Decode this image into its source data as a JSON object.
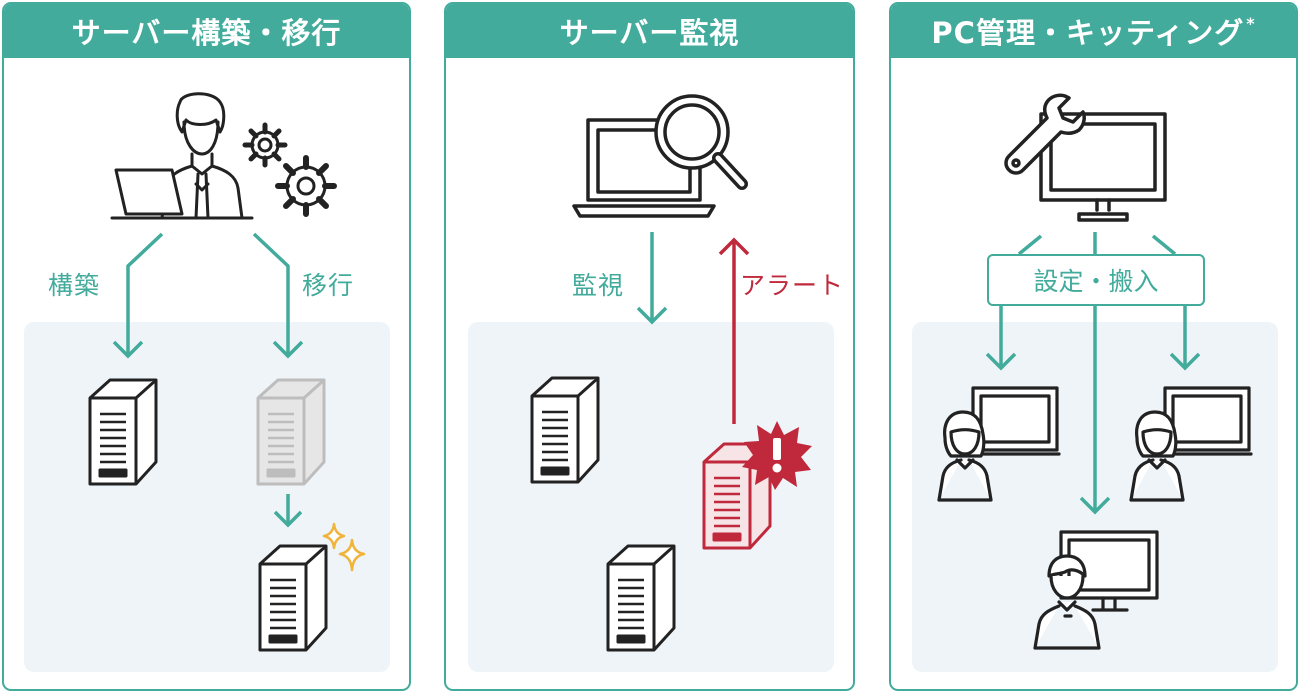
{
  "panels": [
    {
      "title": "サーバー構築・移行",
      "labels": {
        "build": "構築",
        "migrate": "移行"
      },
      "icons": [
        "engineer-laptop-icon",
        "gear-icon",
        "server-icon",
        "server-old-icon",
        "server-new-icon",
        "sparkle-icon"
      ]
    },
    {
      "title": "サーバー監視",
      "labels": {
        "monitor": "監視",
        "alert": "アラート"
      },
      "icons": [
        "laptop-magnifier-icon",
        "server-icon",
        "server-alert-icon",
        "exclamation-burst-icon"
      ]
    },
    {
      "title": "PC管理・キッティング",
      "title_mark": "*",
      "labels": {
        "setup": "設定・搬入"
      },
      "icons": [
        "wrench-monitor-icon",
        "user-laptop-icon",
        "user-monitor-icon"
      ]
    }
  ],
  "colors": {
    "accent": "#42ab9c",
    "alert": "#c0293b",
    "panel_bg": "#eef4f8",
    "sparkle": "#f0b43c"
  }
}
